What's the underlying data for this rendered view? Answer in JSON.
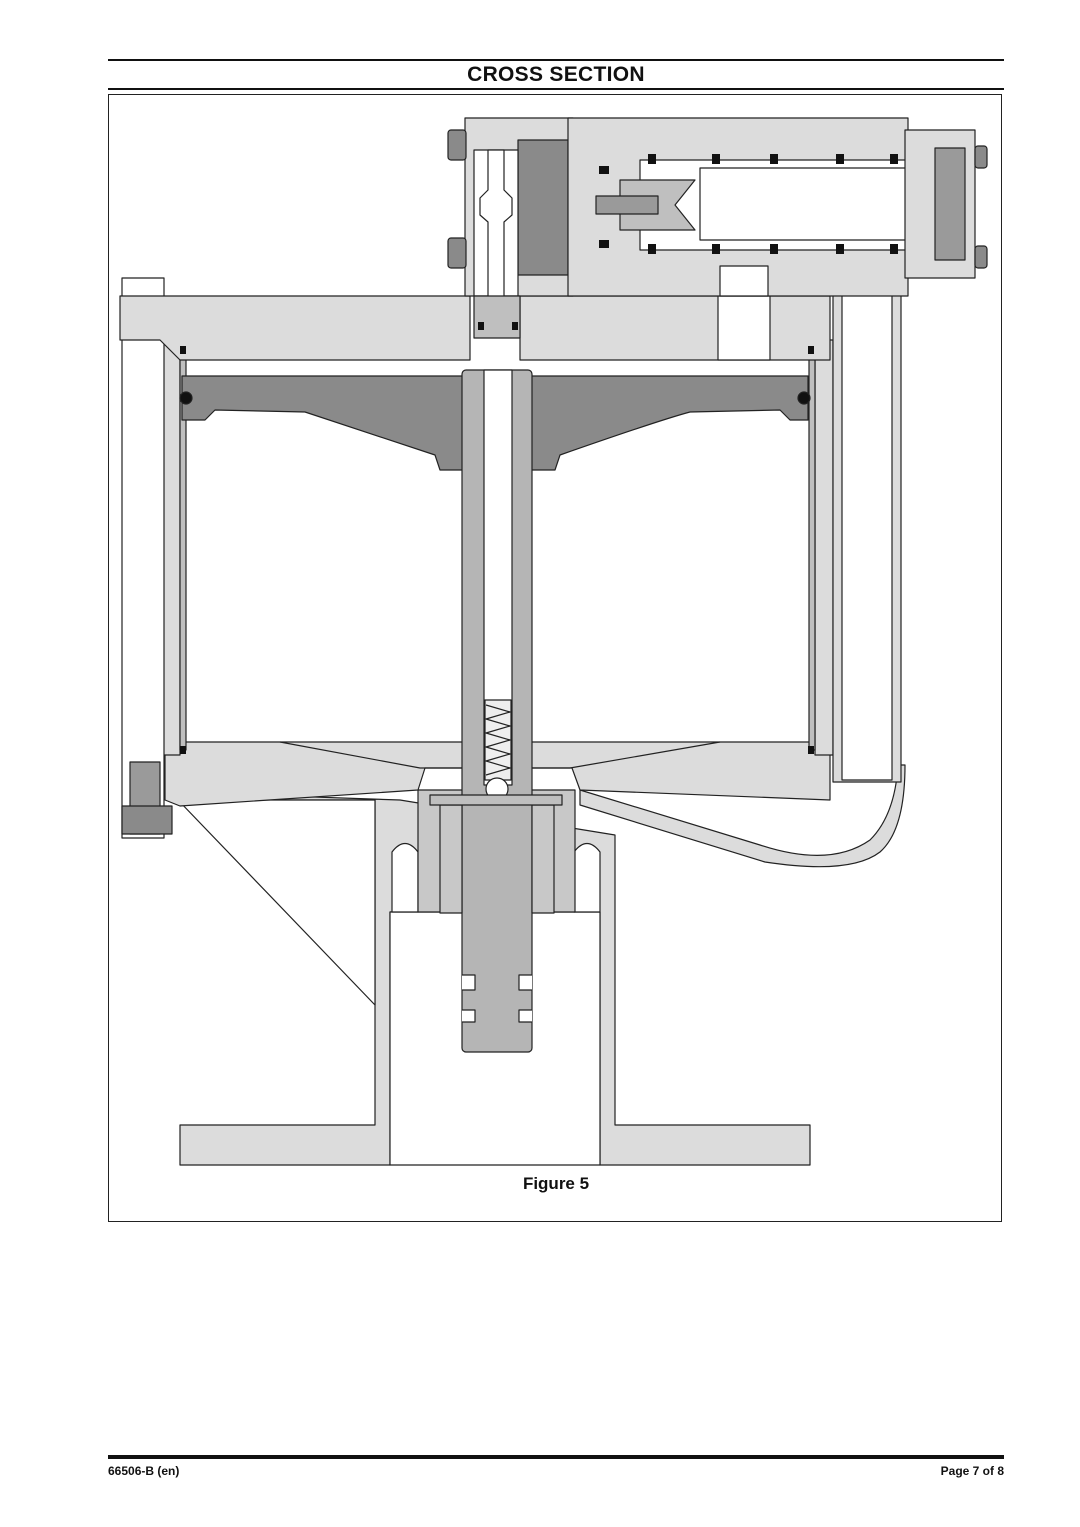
{
  "header": {
    "title": "CROSS SECTION"
  },
  "figure": {
    "caption": "Figure 5"
  },
  "footer": {
    "doc_id": "66506-B (en)",
    "page": "Page 7 of 8"
  },
  "colors": {
    "light_part": "#dcdcdc",
    "mid_part": "#bfbfbf",
    "dark_part": "#8a8a8a",
    "line": "#222222"
  }
}
